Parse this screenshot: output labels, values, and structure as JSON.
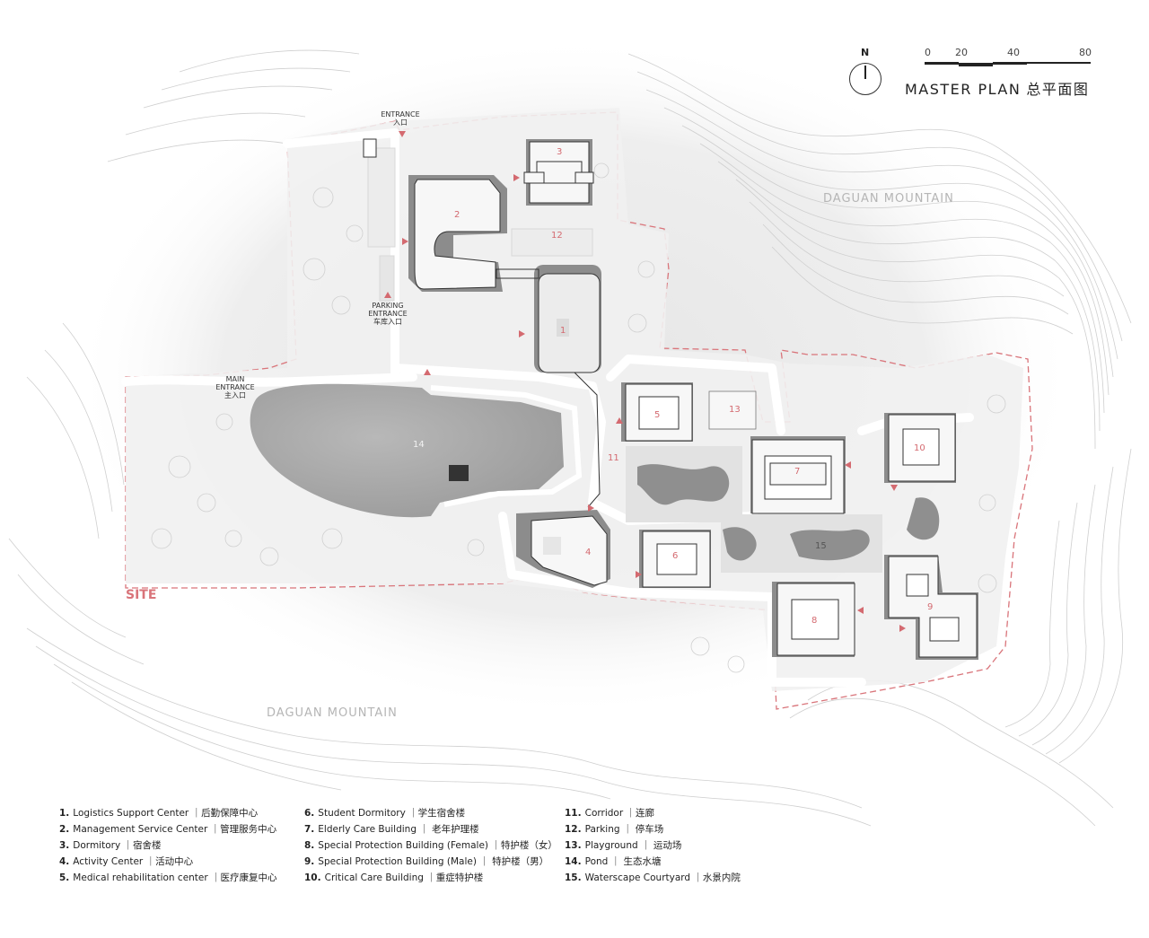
{
  "title": {
    "en": "MASTER PLAN",
    "zh": "总平面图"
  },
  "north_label": "N",
  "scale": [
    "0",
    "20",
    "40",
    "80"
  ],
  "mountains": [
    "DAGUAN MOUNTAIN",
    "DAGUAN MOUNTAIN"
  ],
  "site_label": "SITE",
  "entrances": {
    "top": {
      "en": "ENTRANCE",
      "zh": "入口"
    },
    "parking": {
      "en1": "PARKING",
      "en2": "ENTRANCE",
      "zh": "车库入口"
    },
    "main": {
      "en1": "MAIN",
      "en2": "ENTRANCE",
      "zh": "主入口"
    }
  },
  "building_numbers": [
    "1",
    "2",
    "3",
    "4",
    "5",
    "6",
    "7",
    "8",
    "9",
    "10",
    "11",
    "12",
    "13",
    "14",
    "15"
  ],
  "legend": [
    [
      {
        "num": "1.",
        "text": "Logistics Support Center ｜后勤保障中心"
      },
      {
        "num": "2.",
        "text": "Management Service Center ｜管理服务中心"
      },
      {
        "num": "3.",
        "text": "Dormitory ｜宿舍楼"
      },
      {
        "num": "4.",
        "text": "Activity Center ｜活动中心"
      },
      {
        "num": "5.",
        "text": "Medical rehabilitation center ｜医疗康复中心"
      }
    ],
    [
      {
        "num": "6.",
        "text": "Student Dormitory ｜学生宿舍楼"
      },
      {
        "num": "7.",
        "text": "Elderly Care Building ｜ 老年护理楼"
      },
      {
        "num": "8.",
        "text": "Special Protection Building (Female) ｜特护楼（女）"
      },
      {
        "num": "9.",
        "text": "Special Protection Building (Male) ｜ 特护楼（男）"
      },
      {
        "num": "10.",
        "text": "Critical Care Building ｜重症特护楼"
      }
    ],
    [
      {
        "num": "11.",
        "text": "Corridor ｜连廊"
      },
      {
        "num": "12.",
        "text": "Parking ｜ 停车场"
      },
      {
        "num": "13.",
        "text": "Playground ｜ 运动场"
      },
      {
        "num": "14.",
        "text": "Pond ｜ 生态水塘"
      },
      {
        "num": "15.",
        "text": "Waterscape Courtyard ｜水景内院"
      }
    ]
  ],
  "colors": {
    "site_line": "#d9747a",
    "building_fill": "#f7f7f7",
    "building_shadow": "#8c8c8c",
    "pond": "#a9a9a9",
    "ground": "#ececec",
    "contour": "#c8c8c8"
  }
}
